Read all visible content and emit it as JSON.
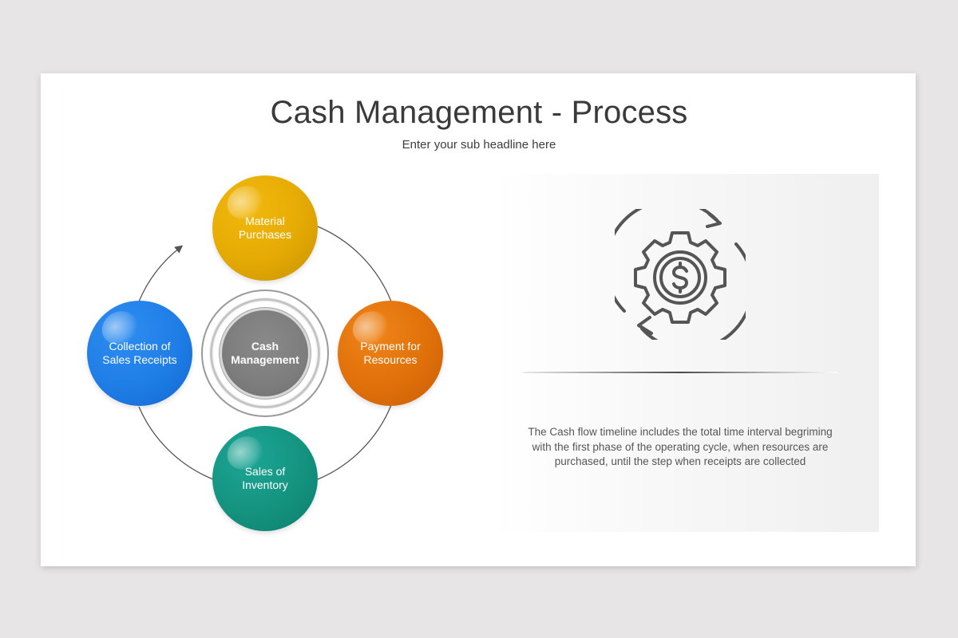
{
  "slide": {
    "title": "Cash Management - Process",
    "subtitle": "Enter your sub headline here"
  },
  "diagram": {
    "center": {
      "label_line1": "Cash",
      "label_line2": "Management",
      "color": "#7d7d7d"
    },
    "nodes": [
      {
        "id": "material-purchases",
        "label": "Material Purchases",
        "position": "top",
        "color": "#e6ac05"
      },
      {
        "id": "payment-for-resources",
        "label": "Payment for Resources",
        "position": "right",
        "color": "#e0700a"
      },
      {
        "id": "sales-of-inventory",
        "label": "Sales of Inventory",
        "position": "bottom",
        "color": "#14937f"
      },
      {
        "id": "collection-of-sales-receipts",
        "label": "Collection of Sales Receipts",
        "position": "left",
        "color": "#1f7de6"
      }
    ],
    "flow": "clockwise cycle: Material Purchases → Payment for Resources → Sales of Inventory → Collection of Sales Receipts → Material Purchases"
  },
  "panel": {
    "icon": "gear-dollar-cycle-icon",
    "description": "The Cash flow timeline includes the total time interval begriming with the first phase of the operating cycle, when resources are purchased, until the step when receipts are collected"
  }
}
